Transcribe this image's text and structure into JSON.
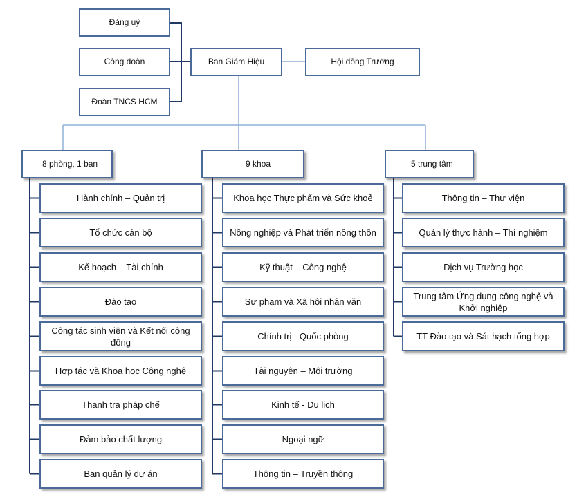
{
  "top": {
    "party": "Đảng uỷ",
    "union": "Công đoàn",
    "youth": "Đoàn TNCS HCM",
    "board": "Ban Giám Hiệu",
    "council": "Hội đồng Trường"
  },
  "columns": [
    {
      "header": "8 phòng, 1 ban",
      "items": [
        "Hành chính – Quản trị",
        "Tổ chức cán bộ",
        "Kế hoạch – Tài chính",
        "Đào tạo",
        "Công tác sinh viên và Kết nối cộng đồng",
        "Hợp tác và Khoa học Công nghệ",
        "Thanh tra pháp chế",
        "Đảm bảo chất lượng",
        "Ban quản lý dự án"
      ]
    },
    {
      "header": "9 khoa",
      "items": [
        "Khoa học Thực phẩm và Sức khoẻ",
        "Nông nghiệp và Phát triển nông thôn",
        "Kỹ thuật – Công nghệ",
        "Sư phạm và Xã hội nhân văn",
        "Chính trị - Quốc phòng",
        "Tài nguyên – Môi trường",
        "Kinh tế - Du lịch",
        "Ngoại ngữ",
        "Thông tin – Truyền thông"
      ]
    },
    {
      "header": "5 trung tâm",
      "items": [
        "Thông tin – Thư viện",
        "Quản lý thực hành – Thí nghiệm",
        "Dịch vụ Trường học",
        "Trung tâm Ứng dụng công nghệ và Khởi nghiệp",
        "TT Đào tạo và Sát hạch tổng hợp"
      ]
    }
  ],
  "colors": {
    "border": "#4a6a9a",
    "line": "#203864",
    "line_light": "#8fb0d8"
  }
}
